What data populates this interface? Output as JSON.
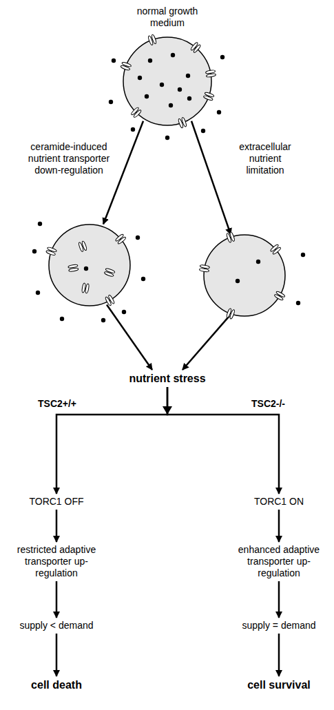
{
  "diagram": {
    "nodes": [
      {
        "text": [
          "normal growth medium"
        ]
      },
      {
        "text": [
          "ceramide-induced nutrient transporter down-regulation"
        ]
      },
      {
        "text": [
          "extracellular nutrient limitation"
        ]
      },
      {
        "text": [
          "nutrient stress"
        ]
      },
      {
        "text": [
          "TORC1 OFF"
        ]
      },
      {
        "text": [
          "TORC1 ON"
        ]
      },
      {
        "text": [
          "restricted adaptive transporter up-regulation"
        ]
      },
      {
        "text": [
          "enhanced adaptive transporter up-regulation"
        ]
      },
      {
        "text": [
          "supply < demand"
        ]
      },
      {
        "text": [
          "supply = demand"
        ]
      },
      {
        "text": [
          "cell death"
        ]
      },
      {
        "text": [
          "cell survival"
        ]
      }
    ],
    "edges": [
      {
        "from": 0,
        "to": 1,
        "arrow": "to"
      },
      {
        "from": 0,
        "to": 2,
        "arrow": "to"
      },
      {
        "from": 1,
        "to": 3,
        "arrow": "to"
      },
      {
        "from": 2,
        "to": 3,
        "arrow": "to"
      },
      {
        "from": 3,
        "to": 4,
        "label": "TSC2+/+",
        "arrow": "to"
      },
      {
        "from": 3,
        "to": 5,
        "label": "TSC2-/-",
        "arrow": "to"
      },
      {
        "from": 4,
        "to": 6,
        "arrow": "to"
      },
      {
        "from": 5,
        "to": 7,
        "arrow": "to"
      },
      {
        "from": 6,
        "to": 8,
        "arrow": "to"
      },
      {
        "from": 7,
        "to": 9,
        "arrow": "to"
      },
      {
        "from": 8,
        "to": 10,
        "arrow": "to"
      },
      {
        "from": 9,
        "to": 11,
        "arrow": "to"
      }
    ]
  }
}
